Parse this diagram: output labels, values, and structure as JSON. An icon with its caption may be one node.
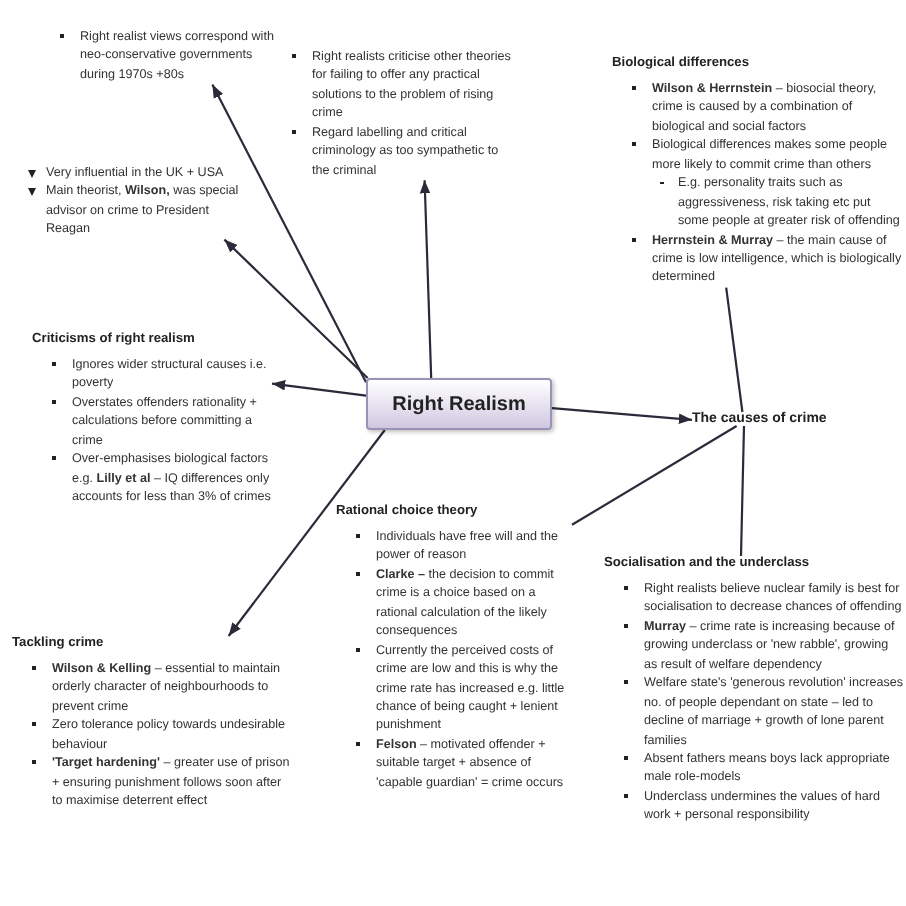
{
  "diagram": {
    "nodes": [
      {
        "text": [
          "Right Realism"
        ]
      },
      {
        "text": [
          "Right realist views correspond with neo-conservative governments during 1970s +80s"
        ]
      },
      {
        "text": [
          "Very influential in the UK + USA",
          "Main theorist, **Wilson,** was special advisor on crime to President Reagan"
        ]
      },
      {
        "text": [
          "Right realists criticise other theories for failing to offer any practical solutions to the problem of rising crime",
          "Regard labelling and critical criminology as too sympathetic to the criminal"
        ]
      },
      {
        "text": [
          "Criticisms of right realism",
          "Ignores wider structural causes i.e. poverty",
          "Overstates offenders rationality + calculations before committing a crime",
          "Over-emphasises biological factors e.g. **Lilly et al** – IQ differences only accounts for less than 3% of crimes"
        ]
      },
      {
        "text": [
          "Tackling crime",
          "**Wilson & Kelling** – essential to maintain orderly character of neighbourhoods to prevent crime",
          "Zero tolerance policy towards undesirable behaviour",
          "**'Target hardening'** – greater use of prison + ensuring punishment follows soon after to maximise deterrent effect"
        ]
      },
      {
        "text": [
          "Rational choice theory",
          "Individuals have free will and the power of reason",
          "**Clarke –** the decision to commit crime is a choice based on a rational calculation of the likely consequences",
          "Currently the perceived costs of crime are low and this is why the crime rate has increased e.g. little  chance of being caught + lenient punishment",
          "**Felson** – motivated offender + suitable target + absence of 'capable guardian' = crime occurs"
        ]
      },
      {
        "text": [
          "The causes of crime"
        ]
      },
      {
        "text": [
          "Biological differences",
          "**Wilson & Herrnstein** – biosocial theory, crime is caused by a combination of biological and social factors",
          "Biological differences makes some people more likely to commit crime than others",
          "E.g. personality traits such as aggressiveness, risk taking etc put some people at greater risk of offending",
          "**Herrnstein & Murray** – the main cause of crime is low intelligence, which is biologically determined"
        ]
      },
      {
        "text": [
          "Socialisation and the underclass",
          "Right realists believe nuclear family is best for socialisation to decrease chances of offending",
          "**Murray** – crime rate is increasing because of growing underclass or 'new rabble', growing as result of welfare dependency",
          "Welfare state's 'generous revolution' increases no. of people dependant on state – led to decline of marriage + growth of lone parent families",
          "Absent fathers means boys lack appropriate male role-models",
          "Underclass undermines the values of hard work + personal responsibility"
        ]
      }
    ],
    "edges": [
      {
        "from": 0,
        "to": 1,
        "arrow": "to"
      },
      {
        "from": 0,
        "to": 2,
        "arrow": "to"
      },
      {
        "from": 0,
        "to": 3,
        "arrow": "to"
      },
      {
        "from": 0,
        "to": 4,
        "arrow": "to"
      },
      {
        "from": 0,
        "to": 5,
        "arrow": "to"
      },
      {
        "from": 0,
        "to": 7,
        "arrow": "to"
      },
      {
        "from": 7,
        "to": 8,
        "arrow": "none"
      },
      {
        "from": 7,
        "to": 6,
        "arrow": "none"
      },
      {
        "from": 7,
        "to": 9,
        "arrow": "none"
      }
    ]
  }
}
